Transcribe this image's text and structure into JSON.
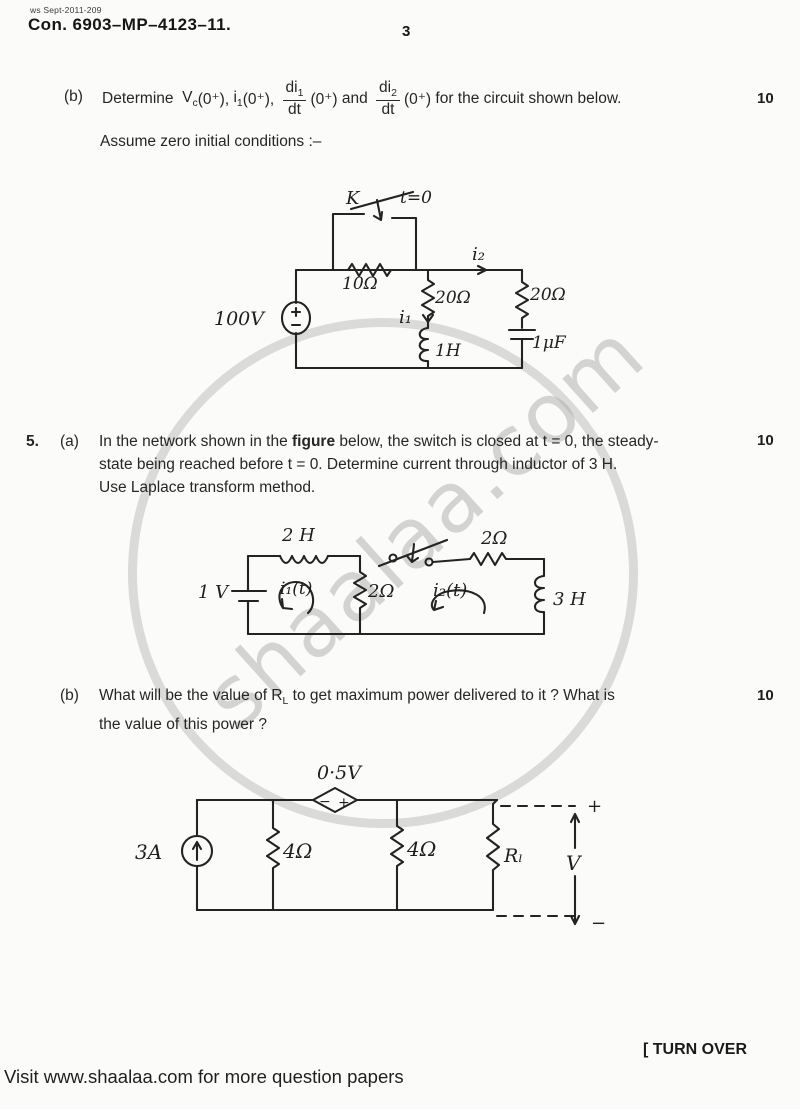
{
  "header": {
    "stamp": "ws Sept-2011-209",
    "code": "Con. 6903–MP–4123–11.",
    "page_num": "3"
  },
  "watermark": {
    "text": "shaalaa.com"
  },
  "q4b": {
    "label": "(b)",
    "marks": "10",
    "determine": "Determine  ",
    "v": "V",
    "v_sub": "c",
    "arg1": "(0⁺), ",
    "i": "i",
    "i_sub": "1",
    "arg2": "(0⁺), ",
    "f1_num": "di",
    "f1_sub": "1",
    "f1_den": "dt",
    "arg3": "(0⁺)",
    "and": " and ",
    "f2_num": "di",
    "f2_sub": "2",
    "f2_den": "dt",
    "arg4": "(0⁺)",
    "tail": " for the circuit shown below.",
    "line2": "Assume zero initial conditions :–"
  },
  "circuit1": {
    "switch_k": "K",
    "t_zero": "t=0",
    "r_top": "10Ω",
    "source": "100V",
    "i1": "i₁",
    "r_mid": "20Ω",
    "l_mid": "1H",
    "i2": "i₂",
    "r_right": "20Ω",
    "cap": "1μF"
  },
  "q5a": {
    "num": "5.",
    "label": "(a)",
    "marks": "10",
    "l1a": "In the network shown in the ",
    "l1b": "figure",
    "l1c": " below, the switch is closed at t = 0, the steady-",
    "l2": "state being reached before t = 0. Determine current through inductor of 3 H.",
    "l3": "Use Laplace transform method."
  },
  "circuit2": {
    "l_top": "2 H",
    "source": "1 V",
    "i1": "i₁(t)",
    "r_mid": "2Ω",
    "r_top": "2Ω",
    "i2": "i₂(t)",
    "l_right": "3 H"
  },
  "q5b": {
    "label": "(b)",
    "marks": "10",
    "l1a": "What will be the value of R",
    "l1_sub": "L",
    "l1b": " to get maximum power delivered to it ? What is",
    "l2": "the value of this power ?"
  },
  "circuit3": {
    "dep_label": "0·5V",
    "dep_minus": "−",
    "dep_plus": "+",
    "source": "3A",
    "r1": "4Ω",
    "r2": "4Ω",
    "rl": "Rₗ",
    "plus": "+",
    "v": "V",
    "minus": "−"
  },
  "footer": {
    "turn_over": "[ TURN OVER",
    "visit": "Visit www.shaalaa.com for more question papers"
  }
}
